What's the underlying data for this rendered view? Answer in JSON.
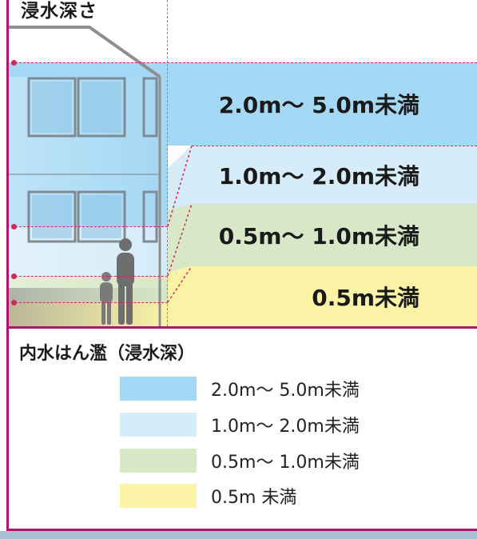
{
  "header": {
    "title": "浸水深さ"
  },
  "depth_bands": [
    {
      "label": "2.0m〜 5.0m未満",
      "color": "#a5d8f5"
    },
    {
      "label": "1.0m〜 2.0m未満",
      "color": "#d6ecf9"
    },
    {
      "label": "0.5m〜 1.0m未満",
      "color": "#d8e8c7"
    },
    {
      "label": "0.5m未満",
      "color": "#faf3a6"
    }
  ],
  "legend": {
    "title": "内水はん濫（浸水深）",
    "items": [
      {
        "label": "2.0m〜 5.0m未満",
        "color": "#a5d8f5"
      },
      {
        "label": "1.0m〜 2.0m未満",
        "color": "#d6ecf9"
      },
      {
        "label": "0.5m〜 1.0m未満",
        "color": "#d8e8c7"
      },
      {
        "label": "0.5m 未満",
        "color": "#faf3a6"
      }
    ]
  },
  "colors": {
    "accent": "#b5146b",
    "marker": "#d6245e"
  },
  "icons": [
    "house-illustration",
    "adult-figure",
    "child-figure"
  ]
}
